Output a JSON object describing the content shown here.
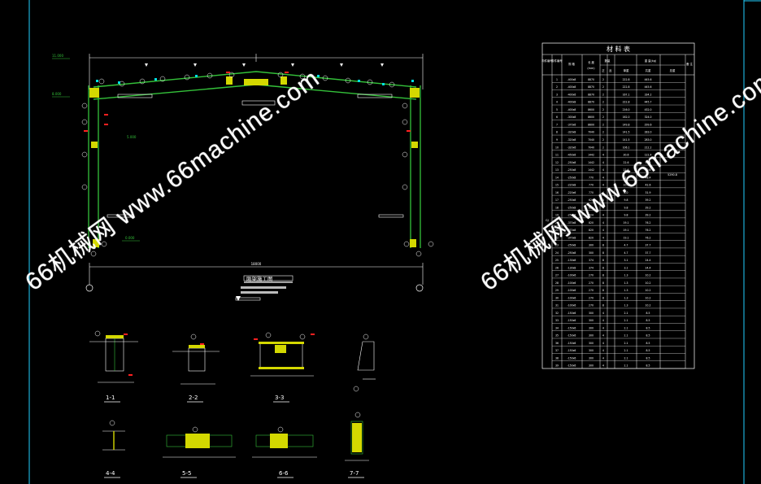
{
  "drawing": {
    "elevations": {
      "ridge": "11.000",
      "eave": "8.000",
      "corbel": "5.000",
      "ground": "0.000"
    },
    "main_title": "刚架施工图",
    "span_label": "18000",
    "section_labels": [
      "1-1",
      "2-2",
      "3-3",
      "4-4",
      "5-5",
      "6-6",
      "7-7"
    ]
  },
  "material_table": {
    "title": "材  料  表",
    "headers": {
      "component": "构件编号",
      "part": "零件编号",
      "spec": "规 格",
      "length": "长 度\n(mm)",
      "count_main": "正",
      "count_rev": "反",
      "weight": "重 量(kg)",
      "unit_weight": "单重",
      "total_weight": "共重",
      "total": "总重",
      "note": "备 注",
      "quantity": "数量"
    },
    "component_code": "GJ",
    "total_weight_value": "5290.8",
    "rows": [
      {
        "no": "1",
        "spec": "-400x8",
        "len": "8870",
        "qa": "2",
        "qb": "",
        "w1": "222.8",
        "w2": "445.6"
      },
      {
        "no": "2",
        "spec": "-400x8",
        "len": "8870",
        "qa": "2",
        "qb": "",
        "w1": "222.8",
        "w2": "445.6"
      },
      {
        "no": "3",
        "spec": "-400x6",
        "len": "8870",
        "qa": "2",
        "qb": "",
        "w1": "167.1",
        "w2": "334.2"
      },
      {
        "no": "4",
        "spec": "-400x8",
        "len": "8870",
        "qa": "2",
        "qb": "",
        "w1": "222.8",
        "w2": "445.7"
      },
      {
        "no": "5",
        "spec": "-400x8",
        "len": "8600",
        "qa": "2",
        "qb": "",
        "w1": "216.0",
        "w2": "432.0"
      },
      {
        "no": "6",
        "spec": "-300x8",
        "len": "8600",
        "qa": "2",
        "qb": "",
        "w1": "162.0",
        "w2": "324.0"
      },
      {
        "no": "7",
        "spec": "-370x6",
        "len": "8600",
        "qa": "2",
        "qb": "",
        "w1": "149.8",
        "w2": "299.6"
      },
      {
        "no": "8",
        "spec": "-320x8",
        "len": "7040",
        "qa": "2",
        "qb": "",
        "w1": "141.5",
        "w2": "283.0"
      },
      {
        "no": "9",
        "spec": "-320x8",
        "len": "7040",
        "qa": "2",
        "qb": "",
        "w1": "141.5",
        "w2": "283.0"
      },
      {
        "no": "10",
        "spec": "-320x6",
        "len": "7040",
        "qa": "2",
        "qb": "",
        "w1": "106.1",
        "w2": "212.2"
      },
      {
        "no": "11",
        "spec": "-450x6",
        "len": "1442",
        "qa": "4",
        "qb": "",
        "w1": "30.6",
        "w2": "122.4"
      },
      {
        "no": "12",
        "spec": "-250x8",
        "len": "1442",
        "qa": "4",
        "qb": "",
        "w1": "22.6",
        "w2": "90.6"
      },
      {
        "no": "13",
        "spec": "-250x8",
        "len": "1442",
        "qa": "4",
        "qb": "",
        "w1": "22.6",
        "w2": "90.6"
      },
      {
        "no": "14",
        "spec": "-250x8",
        "len": "770",
        "qa": "4",
        "qb": "",
        "w1": "12.1",
        "w2": "48.4"
      },
      {
        "no": "15",
        "spec": "-220x8",
        "len": "770",
        "qa": "4",
        "qb": "",
        "w1": "10.6",
        "w2": "42.6"
      },
      {
        "no": "16",
        "spec": "-220x6",
        "len": "770",
        "qa": "4",
        "qb": "",
        "w1": "8.0",
        "w2": "31.9"
      },
      {
        "no": "17",
        "spec": "-250x8",
        "len": "624",
        "qa": "4",
        "qb": "",
        "w1": "9.8",
        "w2": "39.2"
      },
      {
        "no": "18",
        "spec": "-250x8",
        "len": "624",
        "qa": "4",
        "qb": "",
        "w1": "9.8",
        "w2": "39.2"
      },
      {
        "no": "19",
        "spec": "-250x8",
        "len": "624",
        "qa": "4",
        "qb": "",
        "w1": "9.8",
        "w2": "39.2"
      },
      {
        "no": "20",
        "spec": "-370x8",
        "len": "820",
        "qa": "4",
        "qb": "",
        "w1": "19.1",
        "w2": "76.2"
      },
      {
        "no": "21",
        "spec": "-370x8",
        "len": "820",
        "qa": "4",
        "qb": "",
        "w1": "19.1",
        "w2": "76.2"
      },
      {
        "no": "22",
        "spec": "-370x8",
        "len": "820",
        "qa": "4",
        "qb": "",
        "w1": "19.1",
        "w2": "76.2"
      },
      {
        "no": "23",
        "spec": "-250x8",
        "len": "300",
        "qa": "8",
        "qb": "",
        "w1": "4.7",
        "w2": "37.7"
      },
      {
        "no": "24",
        "spec": "-250x8",
        "len": "300",
        "qa": "8",
        "qb": "",
        "w1": "4.7",
        "w2": "37.7"
      },
      {
        "no": "25",
        "spec": "-130x8",
        "len": "374",
        "qa": "8",
        "qb": "",
        "w1": "3.1",
        "w2": "24.4"
      },
      {
        "no": "26",
        "spec": "-130x8",
        "len": "374",
        "qa": "8",
        "qb": "",
        "w1": "3.1",
        "w2": "24.4"
      },
      {
        "no": "27",
        "spec": "-100x6",
        "len": "270",
        "qa": "8",
        "qb": "",
        "w1": "1.3",
        "w2": "10.2"
      },
      {
        "no": "28",
        "spec": "-100x6",
        "len": "270",
        "qa": "8",
        "qb": "",
        "w1": "1.3",
        "w2": "10.2"
      },
      {
        "no": "29",
        "spec": "-100x6",
        "len": "270",
        "qa": "8",
        "qb": "",
        "w1": "1.3",
        "w2": "10.2"
      },
      {
        "no": "30",
        "spec": "-100x6",
        "len": "270",
        "qa": "8",
        "qb": "",
        "w1": "1.3",
        "w2": "10.2"
      },
      {
        "no": "31",
        "spec": "-100x6",
        "len": "270",
        "qa": "8",
        "qb": "",
        "w1": "1.3",
        "w2": "10.2"
      },
      {
        "no": "32",
        "spec": "-150x6",
        "len": "300",
        "qa": "4",
        "qb": "",
        "w1": "2.1",
        "w2": "8.5"
      },
      {
        "no": "33",
        "spec": "-150x6",
        "len": "300",
        "qa": "4",
        "qb": "",
        "w1": "2.1",
        "w2": "8.5"
      },
      {
        "no": "34",
        "spec": "-150x6",
        "len": "300",
        "qa": "4",
        "qb": "",
        "w1": "2.1",
        "w2": "8.5"
      },
      {
        "no": "35",
        "spec": "-150x6",
        "len": "300",
        "qa": "4",
        "qb": "",
        "w1": "2.1",
        "w2": "8.5"
      },
      {
        "no": "36",
        "spec": "-150x6",
        "len": "300",
        "qa": "4",
        "qb": "",
        "w1": "2.1",
        "w2": "8.5"
      },
      {
        "no": "37",
        "spec": "-150x6",
        "len": "300",
        "qa": "4",
        "qb": "",
        "w1": "2.1",
        "w2": "8.5"
      },
      {
        "no": "38",
        "spec": "-150x6",
        "len": "300",
        "qa": "4",
        "qb": "",
        "w1": "2.1",
        "w2": "8.5"
      },
      {
        "no": "39",
        "spec": "-150x6",
        "len": "300",
        "qa": "4",
        "qb": "",
        "w1": "2.1",
        "w2": "8.5"
      }
    ]
  },
  "watermark": "66机械网 www.66machine.com",
  "colors": {
    "background": "#000000",
    "frame": "#34c23a",
    "column": "#d4d800",
    "dim": "#ffffff",
    "accent_red": "#ff2020",
    "accent_cyan": "#00e0e0",
    "border_blue": "#22d0ff"
  }
}
